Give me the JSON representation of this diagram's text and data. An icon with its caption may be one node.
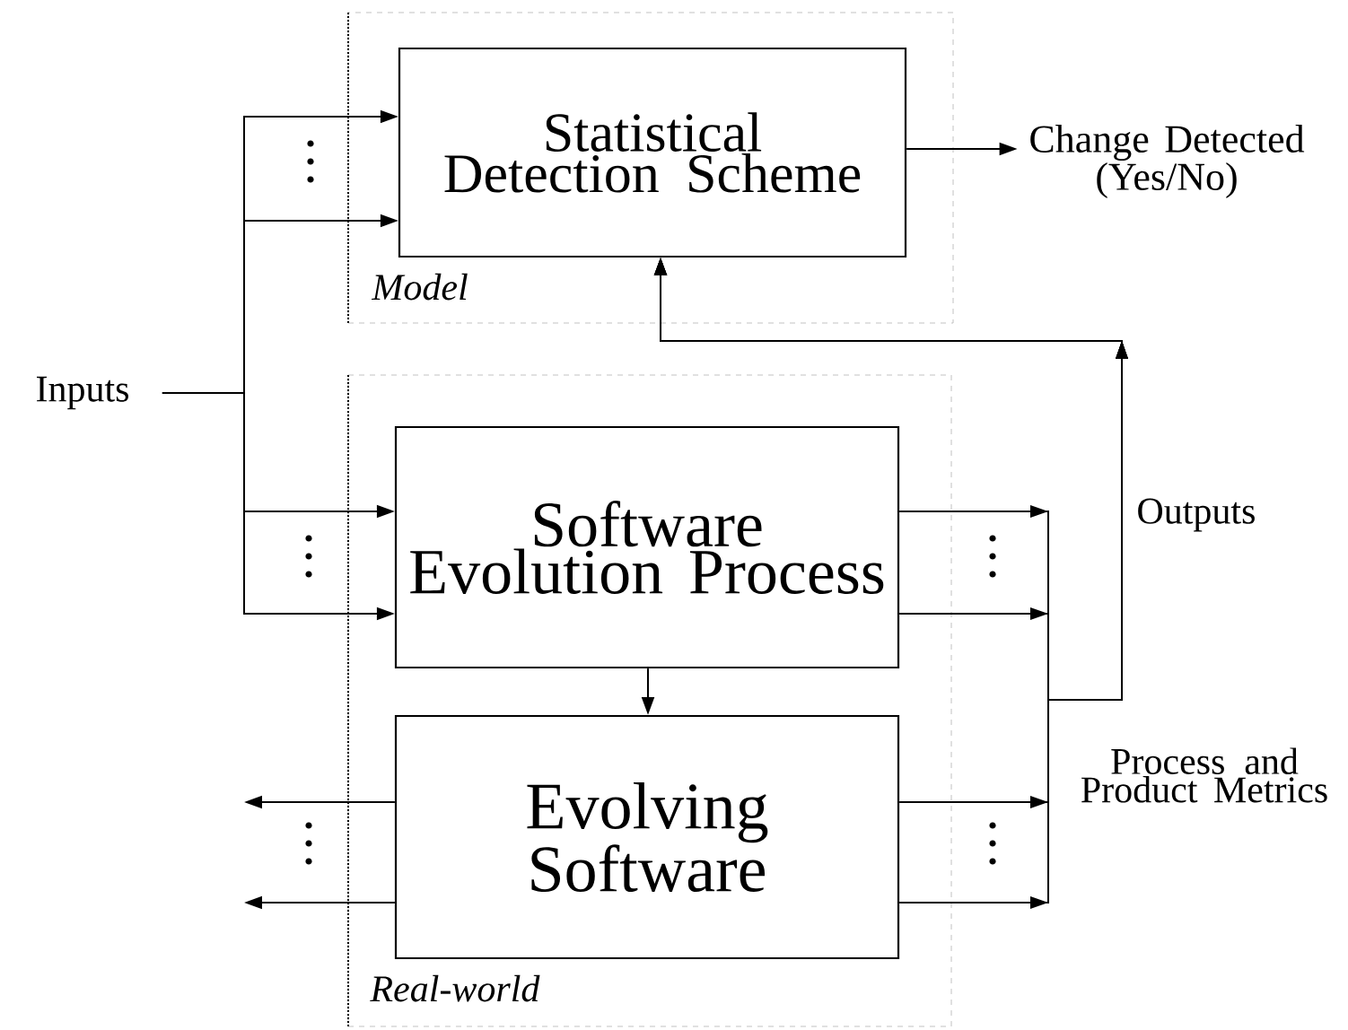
{
  "diagram": {
    "nodes": [
      {
        "text": [
          "Model"
        ]
      },
      {
        "text": [
          "Statistical Detection Scheme"
        ],
        "in": 0
      },
      {
        "text": [
          "Real-world"
        ]
      },
      {
        "text": [
          "Software Evolution Process"
        ],
        "in": 2
      },
      {
        "text": [
          "Evolving Software"
        ],
        "in": 2
      },
      {
        "text": [
          "Change Detected (Yes/No)"
        ]
      },
      {
        "text": [
          "Inputs"
        ]
      }
    ],
    "edges": [
      {
        "from": 6,
        "to": 1,
        "arrow": "to"
      },
      {
        "from": 6,
        "to": 1,
        "arrow": "to"
      },
      {
        "from": 6,
        "to": 3,
        "arrow": "to"
      },
      {
        "from": 6,
        "to": 3,
        "arrow": "to"
      },
      {
        "from": 4,
        "to": null,
        "arrow": "to"
      },
      {
        "from": 4,
        "to": null,
        "arrow": "to"
      },
      {
        "from": 1,
        "to": 5,
        "arrow": "to"
      },
      {
        "from": 3,
        "to": 4,
        "arrow": "to"
      },
      {
        "from": 3,
        "to": 1,
        "arrow": "to"
      },
      {
        "from": 3,
        "to": 1,
        "arrow": "to"
      },
      {
        "from": 4,
        "to": 1,
        "arrow": "to"
      },
      {
        "from": 4,
        "to": 1,
        "arrow": "to"
      }
    ],
    "labels": [
      "Outputs",
      "Process and Product Metrics"
    ]
  }
}
